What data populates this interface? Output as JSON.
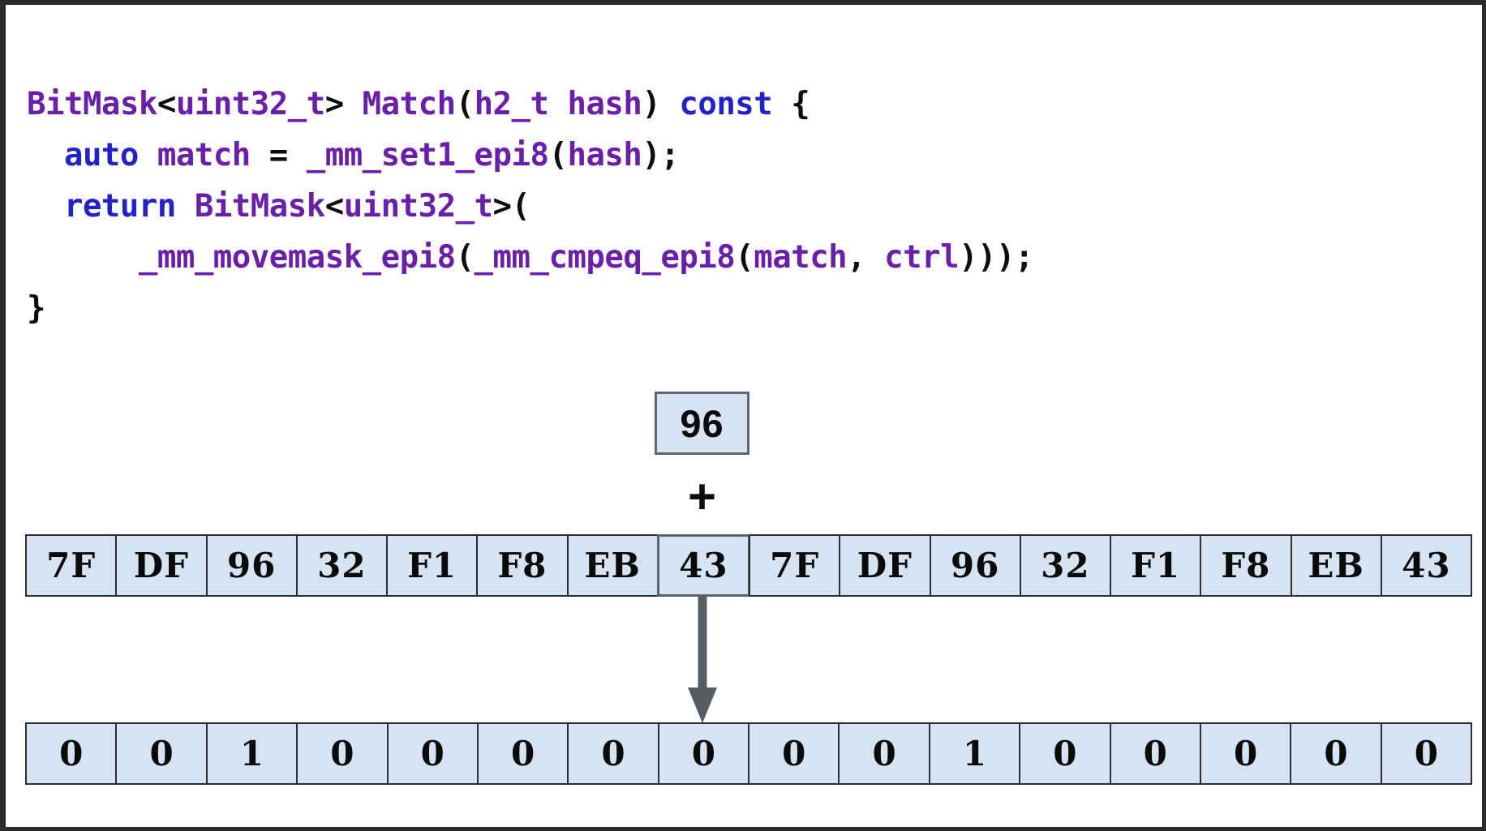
{
  "code": {
    "language": "cpp",
    "lines": [
      [
        {
          "t": "BitMask",
          "c": "type"
        },
        {
          "t": "<",
          "c": "punc"
        },
        {
          "t": "uint32_t",
          "c": "type"
        },
        {
          "t": "> ",
          "c": "punc"
        },
        {
          "t": "Match",
          "c": "fn"
        },
        {
          "t": "(",
          "c": "punc"
        },
        {
          "t": "h2_t",
          "c": "type"
        },
        {
          "t": " ",
          "c": "punc"
        },
        {
          "t": "hash",
          "c": "id"
        },
        {
          "t": ") ",
          "c": "punc"
        },
        {
          "t": "const",
          "c": "kw"
        },
        {
          "t": " {",
          "c": "punc"
        }
      ],
      [
        {
          "t": "  ",
          "c": "punc"
        },
        {
          "t": "auto",
          "c": "kw"
        },
        {
          "t": " ",
          "c": "punc"
        },
        {
          "t": "match",
          "c": "id"
        },
        {
          "t": " = ",
          "c": "punc"
        },
        {
          "t": "_mm_set1_epi8",
          "c": "fn"
        },
        {
          "t": "(",
          "c": "punc"
        },
        {
          "t": "hash",
          "c": "id"
        },
        {
          "t": ");",
          "c": "punc"
        }
      ],
      [
        {
          "t": "  ",
          "c": "punc"
        },
        {
          "t": "return",
          "c": "kw"
        },
        {
          "t": " ",
          "c": "punc"
        },
        {
          "t": "BitMask",
          "c": "type"
        },
        {
          "t": "<",
          "c": "punc"
        },
        {
          "t": "uint32_t",
          "c": "type"
        },
        {
          "t": ">(",
          "c": "punc"
        }
      ],
      [
        {
          "t": "      ",
          "c": "punc"
        },
        {
          "t": "_mm_movemask_epi8",
          "c": "fn"
        },
        {
          "t": "(",
          "c": "punc"
        },
        {
          "t": "_mm_cmpeq_epi8",
          "c": "fn"
        },
        {
          "t": "(",
          "c": "punc"
        },
        {
          "t": "match",
          "c": "id"
        },
        {
          "t": ", ",
          "c": "punc"
        },
        {
          "t": "ctrl",
          "c": "id"
        },
        {
          "t": ")));",
          "c": "punc"
        }
      ],
      [
        {
          "t": "}",
          "c": "punc"
        }
      ]
    ],
    "plain_text": "BitMask<uint32_t> Match(h2_t hash) const {\n  auto match = _mm_set1_epi8(hash);\n  return BitMask<uint32_t>(\n      _mm_movemask_epi8(_mm_cmpeq_epi8(match, ctrl)));\n}"
  },
  "diagram": {
    "hash_box": {
      "label": "hash-byte-box",
      "value": "96"
    },
    "operator": {
      "label": "plus-operator",
      "symbol": "+"
    },
    "control_row": {
      "label": "control-bytes-row",
      "values": [
        "7F",
        "DF",
        "96",
        "32",
        "F1",
        "F8",
        "EB",
        "43",
        "7F",
        "DF",
        "96",
        "32",
        "F1",
        "F8",
        "EB",
        "43"
      ],
      "highlight_index": 7
    },
    "result_row": {
      "label": "match-bitmask-row",
      "values": [
        "0",
        "0",
        "1",
        "0",
        "0",
        "0",
        "0",
        "0",
        "0",
        "0",
        "1",
        "0",
        "0",
        "0",
        "0",
        "0"
      ]
    },
    "arrow": {
      "label": "down-arrow",
      "direction": "down"
    }
  },
  "colors": {
    "cell_fill": "#d6e3f3",
    "cell_border": "#2e2e2e",
    "hash_box_border": "#5b6670",
    "arrow": "#555c63",
    "code_type": "#6a1fa8",
    "code_keyword": "#2222c7",
    "code_punctuation": "#0d0d0d",
    "background": "#ffffff",
    "frame": "#2b2b2b"
  }
}
